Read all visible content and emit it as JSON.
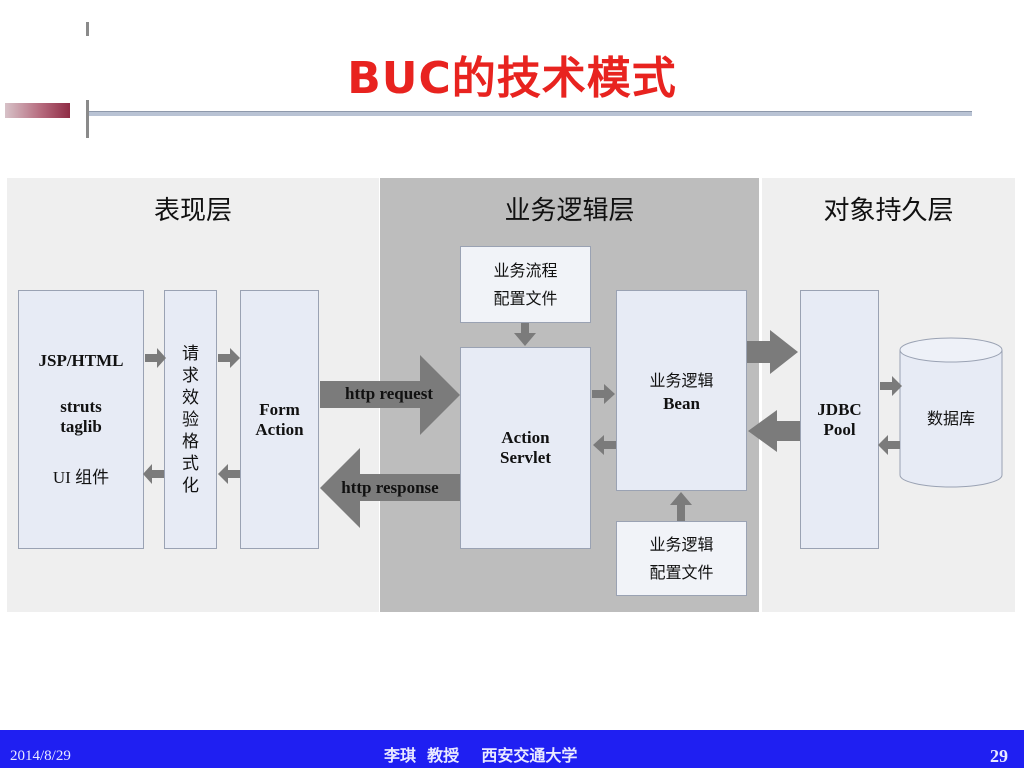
{
  "slide": {
    "title": "BUC的技术模式",
    "footer_date": "2014/8/29",
    "footer_author": "李琪  教授    西安交通大学",
    "page_number": "29"
  },
  "layers": {
    "presentation": "表现层",
    "business": "业务逻辑层",
    "persistence": "对象持久层"
  },
  "boxes": {
    "jsp_line1": "JSP/HTML",
    "jsp_line2": "struts",
    "jsp_line3": "taglib",
    "jsp_line4": "UI 组件",
    "validate_chars": [
      "请",
      "求",
      "效",
      "验",
      "格",
      "式",
      "化"
    ],
    "form_line1": "Form",
    "form_line2": "Action",
    "flow_cfg_line1": "业务流程",
    "flow_cfg_line2": "配置文件",
    "servlet_line1": "Action",
    "servlet_line2": "Servlet",
    "bean_line1": "业务逻辑",
    "bean_line2": "Bean",
    "logic_cfg_line1": "业务逻辑",
    "logic_cfg_line2": "配置文件",
    "jdbc_line1": "JDBC",
    "jdbc_line2": "Pool",
    "database": "数据库"
  },
  "arrows": {
    "request": "http request",
    "response": "http response"
  },
  "colors": {
    "title": "#e8231f",
    "footer_bg": "#1f1ff2",
    "box_fill": "#e7ebf5",
    "arrow": "#7b7b7b"
  }
}
